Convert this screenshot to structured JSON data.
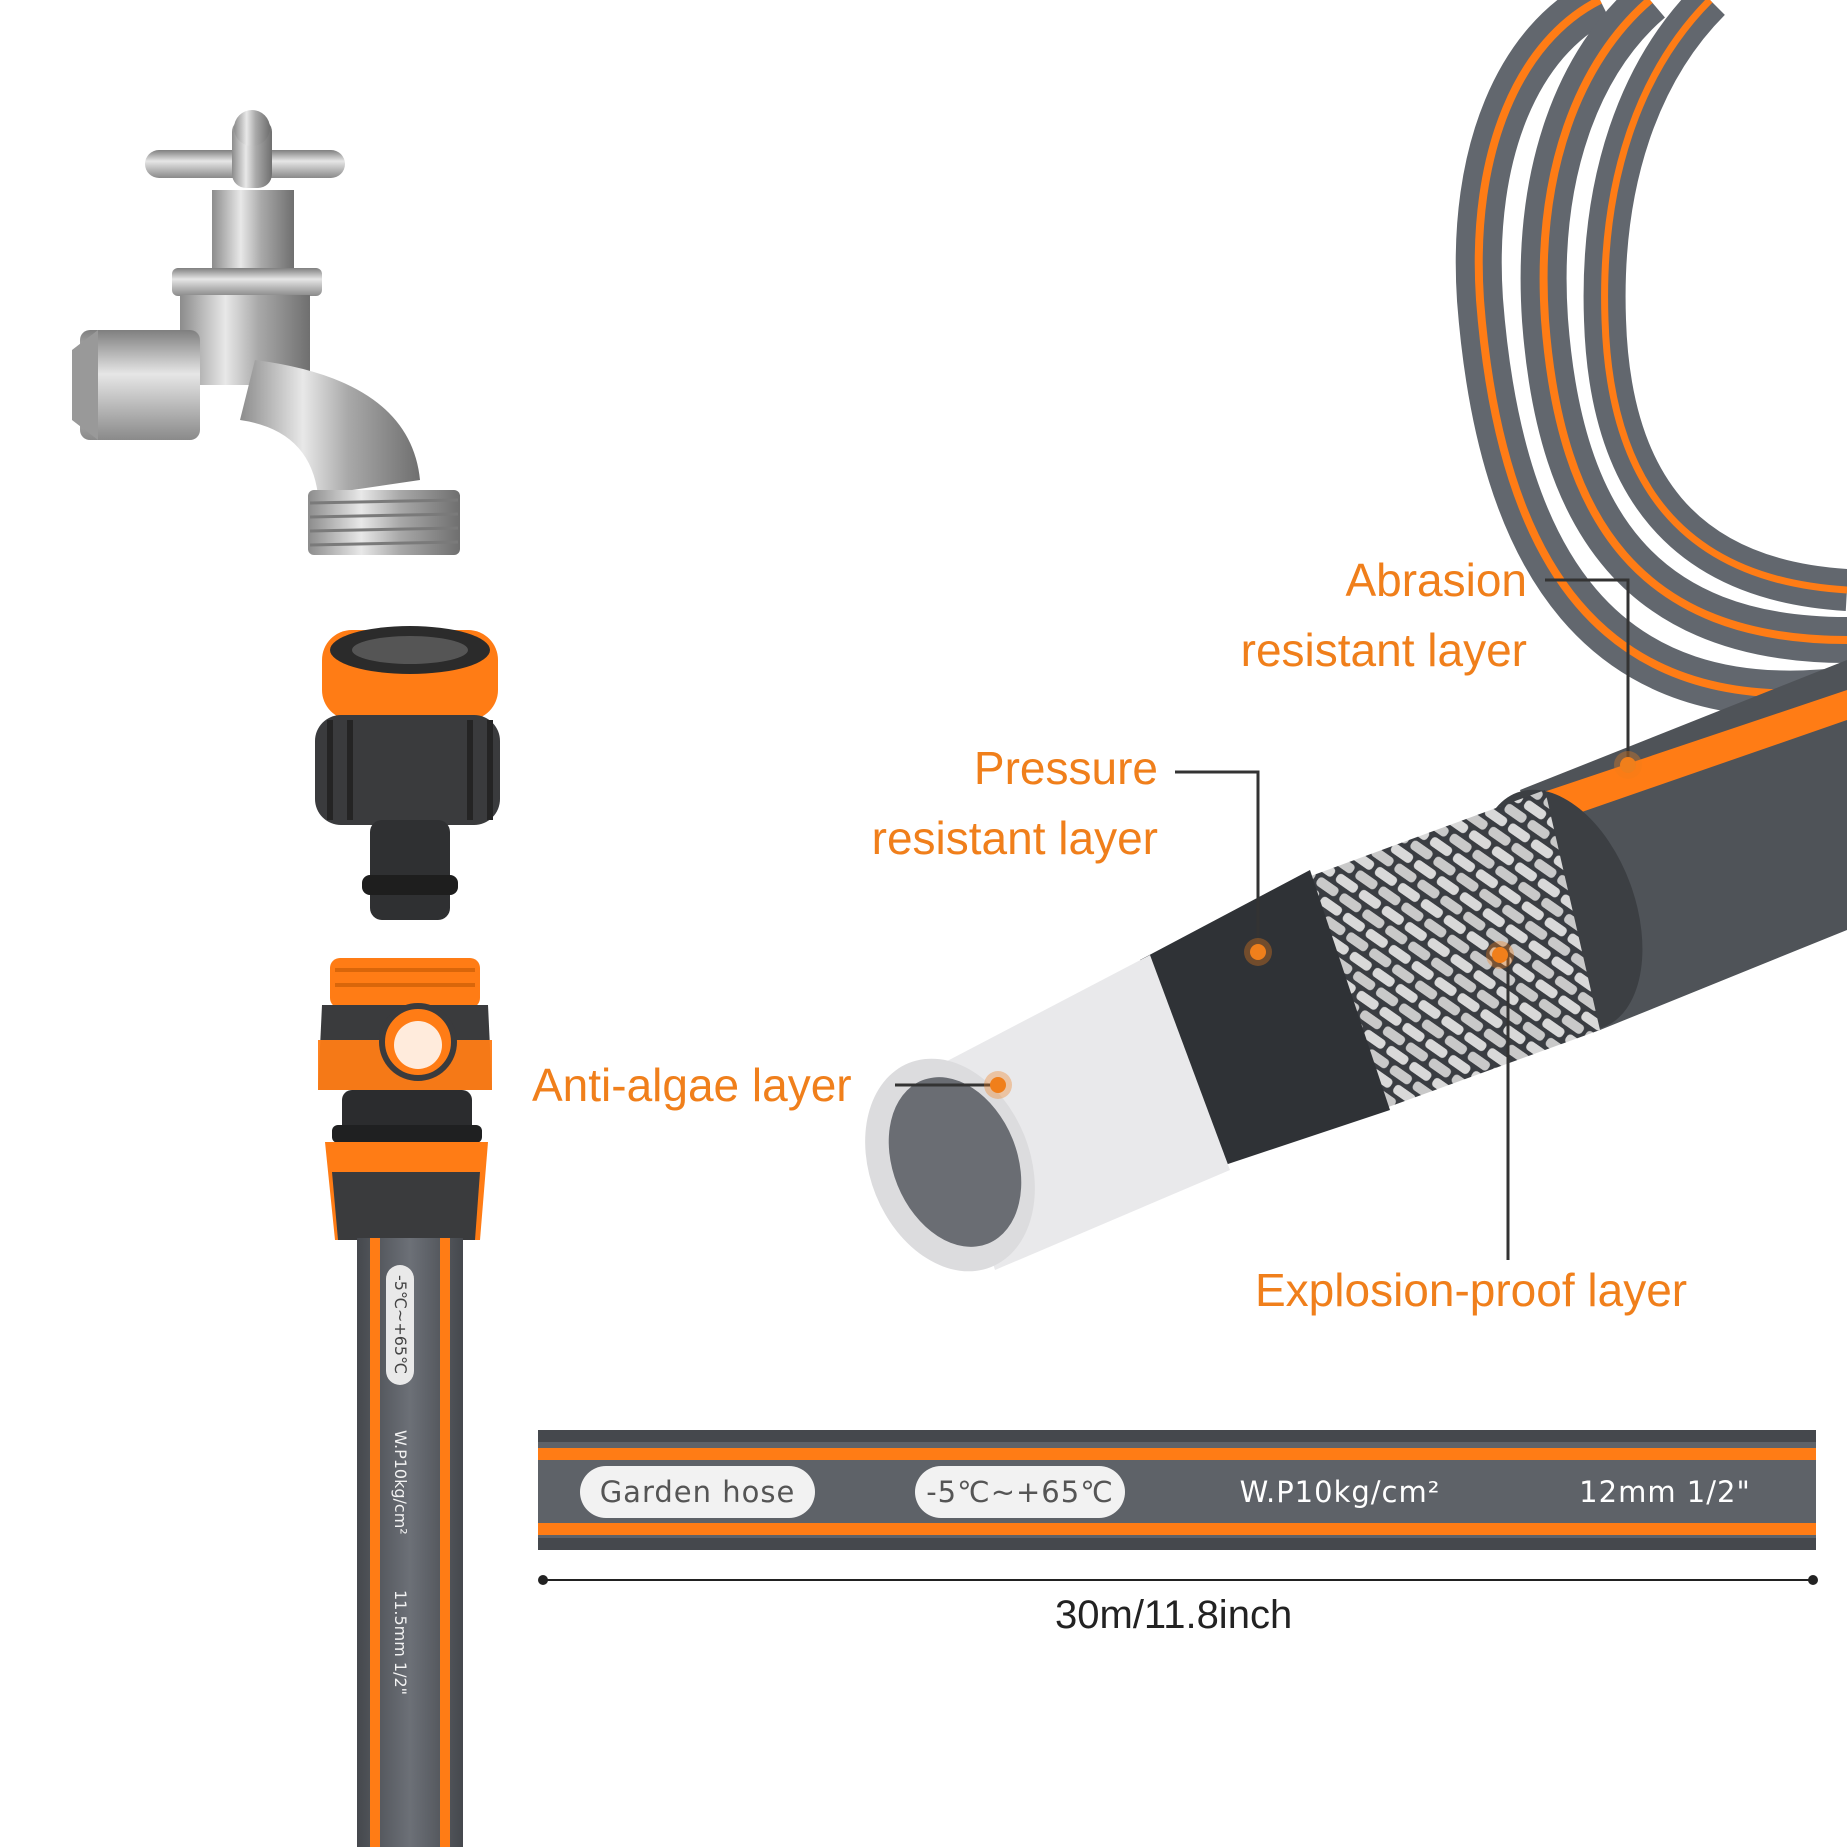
{
  "callouts": {
    "abrasion": [
      "Abrasion",
      "resistant layer"
    ],
    "pressure": [
      "Pressure",
      "resistant layer"
    ],
    "anti_algae": "Anti-algae layer",
    "explosion": "Explosion-proof layer"
  },
  "hose_print": {
    "label": "Garden hose",
    "temperature": "-5℃~+65℃",
    "pressure": "W.P10kg/cm²",
    "size": "12mm 1/2\""
  },
  "vertical_print": {
    "temperature": "-5℃~+65℃",
    "pressure": "W.P10kg/cm²",
    "size": "11.5mm 1/2\""
  },
  "length_label": "30m/11.8inch",
  "colors": {
    "accent_orange": "#f07f1b",
    "hose_gray": "#5b6067",
    "dark_gray": "#3b3e43",
    "metal": "#b9b9b9"
  },
  "icons": [
    "faucet-icon",
    "tap-connector-icon",
    "quick-connector-icon"
  ]
}
